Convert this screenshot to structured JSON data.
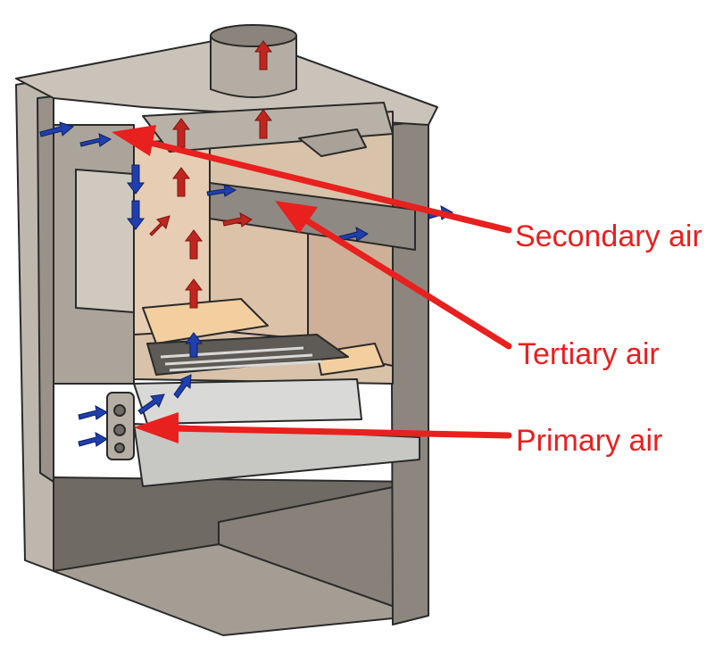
{
  "labels": {
    "secondary": "Secondary air",
    "tertiary": "Tertiary air",
    "primary": "Primary air"
  },
  "colors": {
    "label_text": "#e8201e",
    "pointer": "#e8201e",
    "cold_air_arrow": "#1f3fae",
    "hot_air_arrow": "#c0261f",
    "outline": "#2a2a2a",
    "casing_light": "#bdb7ad",
    "casing_dark": "#6f6a64",
    "firebrick": "#e6cdb3",
    "firebrick_shadow": "#cdb097",
    "log": "#f3cfa0",
    "steel_light": "#d9d9d7"
  }
}
